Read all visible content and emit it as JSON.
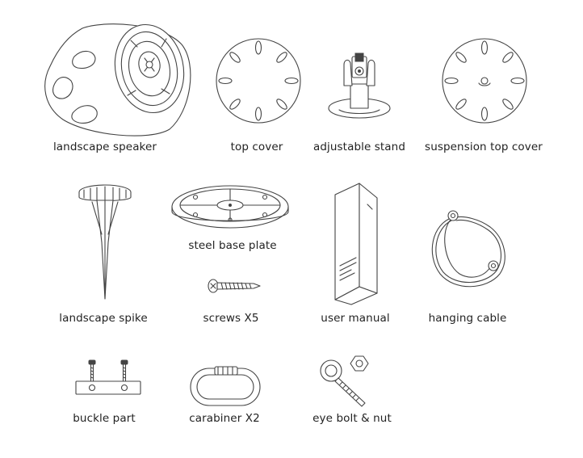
{
  "parts": {
    "landscape_speaker": "landscape speaker",
    "top_cover": "top cover",
    "adjustable_stand": "adjustable stand",
    "suspension_top_cover": "suspension top cover",
    "landscape_spike": "landscape spike",
    "steel_base_plate": "steel base plate",
    "screws": "screws X5",
    "user_manual": "user manual",
    "hanging_cable": "hanging cable",
    "buckle_part": "buckle part",
    "carabiner": "carabiner X2",
    "eye_bolt_nut": "eye bolt & nut"
  }
}
